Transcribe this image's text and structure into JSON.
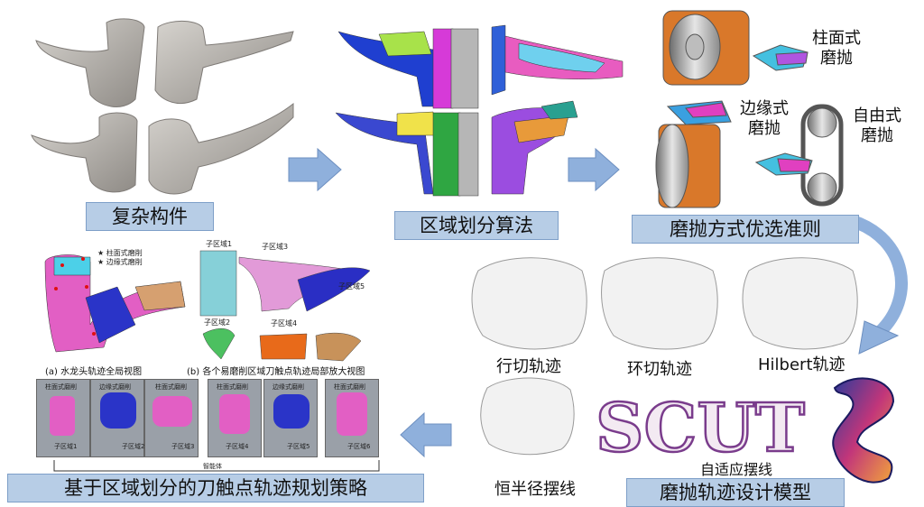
{
  "stages": {
    "complex_part": "复杂构件",
    "region_algorithm": "区域划分算法",
    "polishing_criteria": "磨抛方式优选准则",
    "contact_strategy": "基于区域划分的刀触点轨迹规划策略",
    "trajectory_model": "磨抛轨迹设计模型"
  },
  "polish_modes": {
    "cylinder": [
      "柱面式",
      "磨抛"
    ],
    "edge": [
      "边缘式",
      "磨抛"
    ],
    "free": [
      "自由式",
      "磨抛"
    ]
  },
  "trajectories": {
    "line": "行切轨迹",
    "ring": "环切轨迹",
    "hilbert": "Hilbert轨迹",
    "trochoid": "恒半径摆线",
    "adaptive": "自适应摆线",
    "logo": "SCUT"
  },
  "faucet_figure": {
    "legend_cylinder": "柱面式磨削",
    "legend_edge": "边缘式磨削",
    "caption_a": "(a) 水龙头轨迹全局视图",
    "caption_b": "(b) 各个易磨削区域刀触点轨迹局部放大视图",
    "zones": [
      "子区域1",
      "子区域2",
      "子区域3",
      "子区域4",
      "子区域5"
    ]
  },
  "strip_figure": {
    "labels": [
      "柱面式磨削",
      "边缘式磨削",
      "柱面式磨削",
      "柱面式磨削",
      "边缘式磨削",
      "柱面式磨削"
    ],
    "zones": [
      "子区域1",
      "子区域2",
      "子区域3",
      "子区域4",
      "子区域5",
      "子区域6"
    ],
    "bottom": "智能体"
  },
  "colors": {
    "label_fill": "#b7cde6",
    "arrow_fill": "#8fb0dc",
    "part_gray": "#b9b6b1",
    "belt_orange": "#d9782a"
  }
}
